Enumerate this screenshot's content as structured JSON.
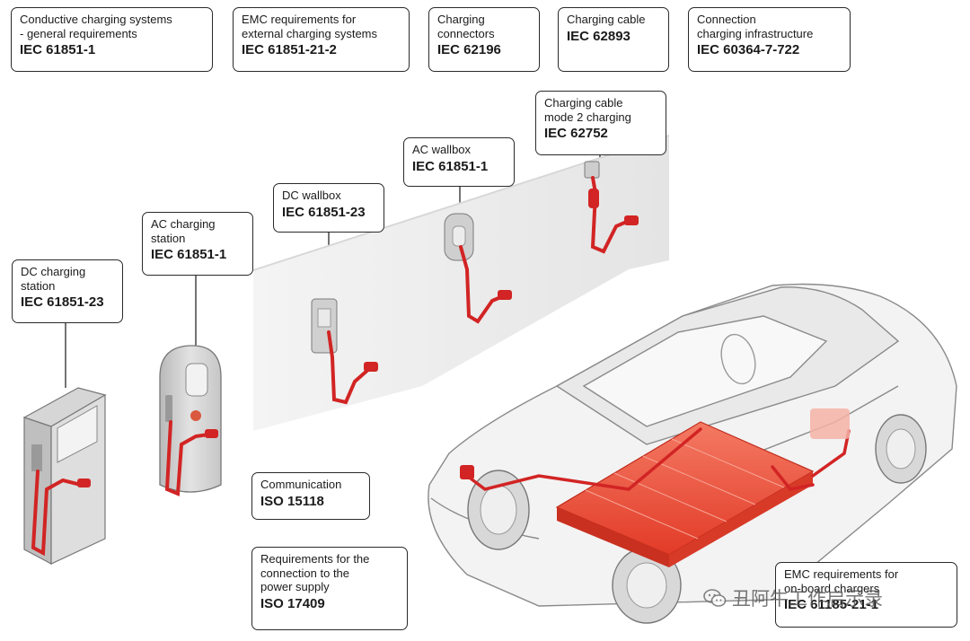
{
  "labels": {
    "conductive": {
      "desc": "Conductive charging systems\n- general requirements",
      "std": "IEC 61851-1"
    },
    "emc_external": {
      "desc": "EMC requirements for\nexternal charging systems",
      "std": "IEC 61851-21-2"
    },
    "connectors": {
      "desc": "Charging\nconnectors",
      "std": "IEC 62196"
    },
    "cable": {
      "desc": "Charging cable",
      "std": "IEC 62893"
    },
    "infrastructure": {
      "desc": "Connection\ncharging infrastructure",
      "std": "IEC 60364-7-722"
    },
    "cable_mode2": {
      "desc": "Charging cable\nmode 2 charging",
      "std": "IEC 62752"
    },
    "ac_wallbox": {
      "desc": "AC wallbox",
      "std": "IEC 61851-1"
    },
    "dc_wallbox": {
      "desc": "DC wallbox",
      "std": "IEC 61851-23"
    },
    "ac_station": {
      "desc": "AC charging\nstation",
      "std": "IEC 61851-1"
    },
    "dc_station": {
      "desc": "DC charging\nstation",
      "std": "IEC 61851-23"
    },
    "communication": {
      "desc": "Communication",
      "std": "ISO 15118"
    },
    "power_supply": {
      "desc": "Requirements for the\nconnection to the\npower supply",
      "std": "ISO 17409"
    },
    "emc_onboard": {
      "desc": "EMC requirements for\non-board chargers",
      "std": "IEC 61185-21-1"
    }
  },
  "watermark": {
    "text": "丑阿牛工作启示录",
    "icon": "wechat-icon"
  },
  "colors": {
    "cable": "#d22424",
    "battery": "#e8452f",
    "outline": "#2a2a2a",
    "wall": "#eeeeee"
  }
}
